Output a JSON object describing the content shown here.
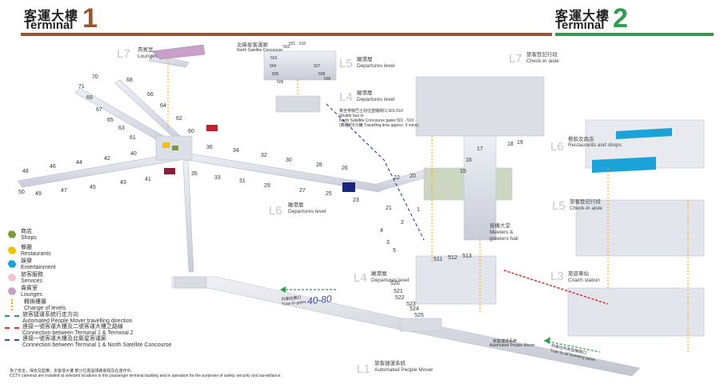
{
  "header": {
    "t1_zh": "客運大樓",
    "t1_en": "Terminal",
    "t1_num": "1",
    "t2_zh": "客運大樓",
    "t2_en": "Terminal",
    "t2_num": "2",
    "t1_color": "#a0522d",
    "t2_color": "#2e9e4a"
  },
  "levels": {
    "L7_lounges": {
      "code": "L7",
      "zh": "貴賓室",
      "en": "Lounges"
    },
    "L6_t1": {
      "code": "L6",
      "zh": "離港層",
      "en": "Departures level"
    },
    "L5_nsc": {
      "code": "L5",
      "zh": "離港層",
      "en": "Departures level"
    },
    "L4_t1": {
      "code": "L4",
      "zh": "離港層",
      "en": "Departures level"
    },
    "L7_checkin": {
      "code": "L7",
      "zh": "旅客登記行段",
      "en": "Check-in aisle"
    },
    "L6_shops": {
      "code": "L6",
      "zh": "餐飲及商店",
      "en": "Restaurants and shops"
    },
    "L5_checkin": {
      "code": "L5",
      "zh": "旅客登記行段",
      "en": "Check-in aisle"
    },
    "L4_dep": {
      "code": "L4",
      "zh": "離港層",
      "en": "Departures level"
    },
    "L3_coach": {
      "code": "L3",
      "zh": "旅遊車站",
      "en": "Coach station"
    },
    "L1_apm": {
      "code": "L1",
      "zh": "旅客捷運系統",
      "en": "Automated People Mover"
    }
  },
  "nsc": {
    "zh": "北衛星客運廊",
    "en": "North Satellite Concourse"
  },
  "meeters": {
    "zh": "接機大堂",
    "en1": "Meeters &",
    "en2": "greeters hall"
  },
  "shuttle": {
    "line1": "乘坐穿梭巴士前往登機閘口 501-510",
    "line2": "Shuttle bus to",
    "line3": "North Satellite Concourse gates 501 - 510",
    "line4": "(乘程約5分鐘 Travelling time approx. 5 mins)"
  },
  "train_left": {
    "zh": "列車往閘口",
    "en": "Train to gates",
    "gates": "40-80"
  },
  "train_right": {
    "zh": "列車往所有登機閘口",
    "en": "Train to all boarding gates"
  },
  "apm_label": {
    "zh": "旅客捷運系統",
    "en": "Automated People Mover"
  },
  "gates_t1": [
    {
      "n": "70"
    },
    {
      "n": "68"
    },
    {
      "n": "71"
    },
    {
      "n": "69"
    },
    {
      "n": "66"
    },
    {
      "n": "67"
    },
    {
      "n": "64"
    },
    {
      "n": "65"
    },
    {
      "n": "62"
    },
    {
      "n": "63"
    },
    {
      "n": "60"
    },
    {
      "n": "61"
    },
    {
      "n": "40"
    },
    {
      "n": "36"
    },
    {
      "n": "34"
    },
    {
      "n": "32"
    },
    {
      "n": "30"
    },
    {
      "n": "28"
    },
    {
      "n": "26"
    },
    {
      "n": "22"
    },
    {
      "n": "20"
    },
    {
      "n": "48"
    },
    {
      "n": "46"
    },
    {
      "n": "44"
    },
    {
      "n": "42"
    },
    {
      "n": "43"
    },
    {
      "n": "41"
    },
    {
      "n": "35"
    },
    {
      "n": "33"
    },
    {
      "n": "31"
    },
    {
      "n": "29"
    },
    {
      "n": "27"
    },
    {
      "n": "25"
    },
    {
      "n": "23"
    },
    {
      "n": "21"
    },
    {
      "n": "50"
    },
    {
      "n": "49"
    },
    {
      "n": "47"
    },
    {
      "n": "45"
    },
    {
      "n": "1"
    },
    {
      "n": "2"
    },
    {
      "n": "3"
    },
    {
      "n": "4"
    },
    {
      "n": "5"
    },
    {
      "n": "15"
    },
    {
      "n": "16"
    },
    {
      "n": "17"
    },
    {
      "n": "18"
    },
    {
      "n": "19"
    }
  ],
  "gates_nsc": [
    "501",
    "502",
    "503",
    "504",
    "505",
    "506",
    "507",
    "508",
    "509",
    "510"
  ],
  "gates_500": [
    "511",
    "512",
    "513",
    "520",
    "521",
    "522",
    "523",
    "524",
    "525"
  ],
  "legend": [
    {
      "zh": "商店",
      "en": "Shops",
      "color": "#7a9a3a"
    },
    {
      "zh": "餐廳",
      "en": "Restaurants",
      "color": "#f2c200"
    },
    {
      "zh": "娛樂",
      "en": "Entertainment",
      "color": "#1aa3d8"
    },
    {
      "zh": "旅客服務",
      "en": "Services",
      "color": "#f1c5cf"
    },
    {
      "zh": "貴賓室",
      "en": "Lounges",
      "color": "#c8a0c8"
    },
    {
      "zh": "轉換樓層",
      "en": "Change of levels",
      "color": "#f2a900"
    },
    {
      "zh": "旅客捷運系統行走方向",
      "en": "Automated People Mover travelling direction",
      "color": "#2e9e4a"
    },
    {
      "zh": "連接一號客運大樓及二號客運大樓之路線",
      "en": "Connection between Terminal 1 & Terminal 2",
      "color": "#e03030"
    },
    {
      "zh": "連接一號客運大樓及北衛星客運廊",
      "en": "Connection between Terminal 1 & North Satellite Concourse",
      "color": "#3a4fa0"
    }
  ],
  "footnote": {
    "zh": "為了安全，保安及監察，本客運大樓 部分位置設閉路電視及在運作中。",
    "en": "CCTV cameras are installed at selected locations in this passenger terminal building and in operation for the purposes of safety, security and surveillance."
  }
}
